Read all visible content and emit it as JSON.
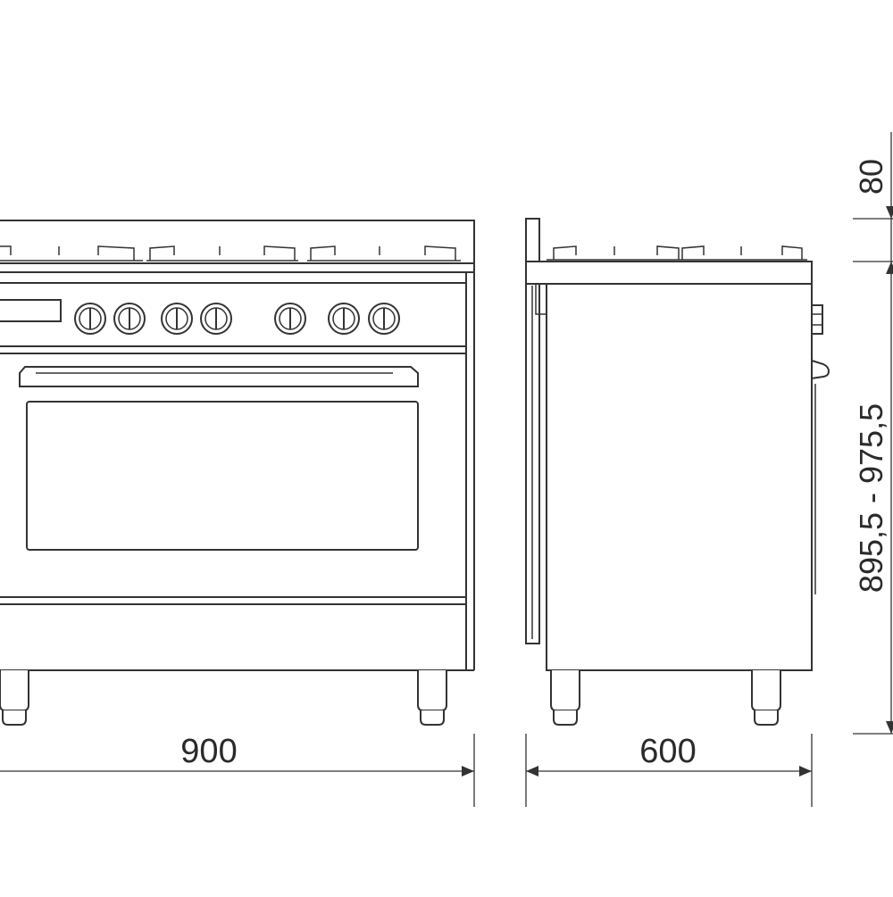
{
  "dimensions": {
    "width": "900",
    "depth": "600",
    "top_clearance": "80",
    "height": "895,5 - 975,5"
  },
  "colors": {
    "line": "#333333",
    "background": "#ffffff"
  }
}
